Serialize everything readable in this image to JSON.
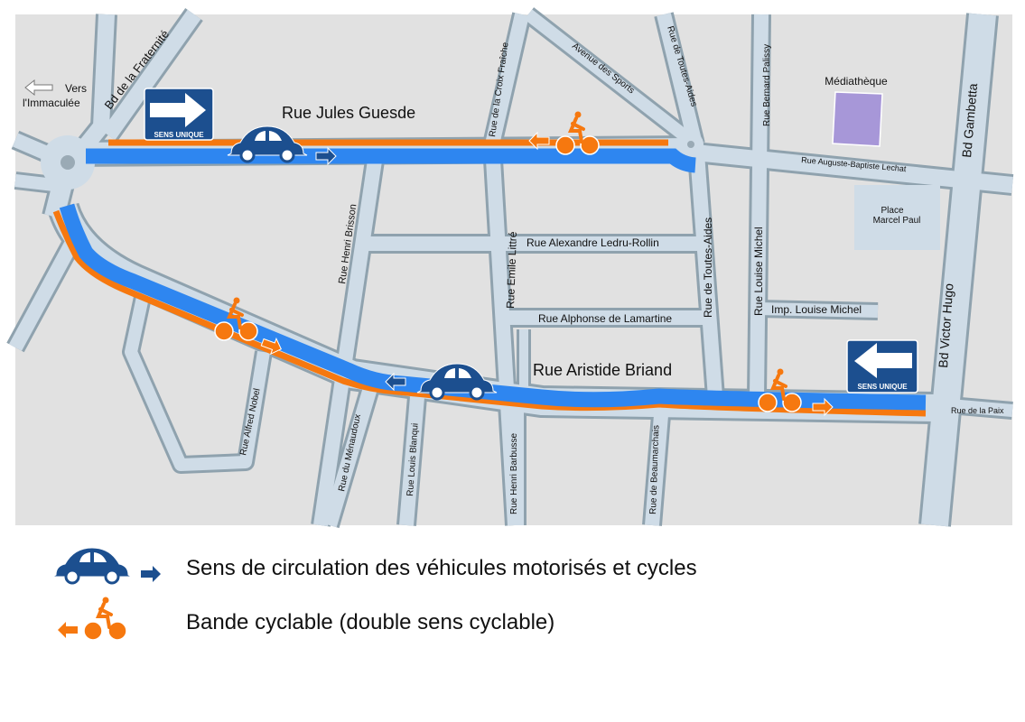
{
  "map": {
    "vers_label_1": "Vers",
    "vers_label_2": "l'Immaculée",
    "sign_top": "SENS UNIQUE",
    "sign_bottom": "SENS UNIQUE",
    "mediatheque": "Médiathèque",
    "place_1": "Place",
    "place_2": "Marcel Paul",
    "streets": {
      "fraternite": "Bd de la Fraternité",
      "jules_guesde": "Rue Jules Guesde",
      "croix_fraiche": "Rue de la Croix Fraîche",
      "avenue_sports": "Avenue des Sports",
      "toutes_aides_top": "Rue de Toutes-Aides",
      "toutes_aides_bottom": "Rue de Toutes-Aides",
      "bernard_palissy": "Rue Bernard Palissy",
      "gambetta": "Bd Gambetta",
      "lechat": "Rue Auguste-Baptiste Lechat",
      "henri_brisson": "Rue Henri Brisson",
      "ledru_rollin": "Rue Alexandre Ledru-Rollin",
      "emile_littre": "Rue  Emile Littré",
      "lamartine": "Rue Alphonse de Lamartine",
      "louise_michel": "Rue Louise Michel",
      "imp_louise_michel": "Imp. Louise Michel",
      "victor_hugo": "Bd Victor Hugo",
      "aristide_briand": "Rue Aristide Briand",
      "alfred_nobel": "Rue Alfred Nobel",
      "menaudoux": "Rue du Ménaudoux",
      "louis_blanqui": "Rue Louis Blanqui",
      "henri_barbusse": "Rue Henri Barbusse",
      "beaumarchais": "Rue de Beaumarchais",
      "paix": "Rue de la Paix"
    },
    "colors": {
      "background": "#e1e1e1",
      "road": "#cfdce7",
      "road_edge": "#8fa2ae",
      "car_lane": "#2e86f0",
      "cycle_lane": "#f6780f",
      "sign": "#1c4f8f",
      "mediatheque": "#a797d8"
    }
  },
  "legend": {
    "car_label": "Sens de circulation des véhicules motorisés et cycles",
    "bike_label": "Bande cyclable (double sens cyclable)"
  }
}
